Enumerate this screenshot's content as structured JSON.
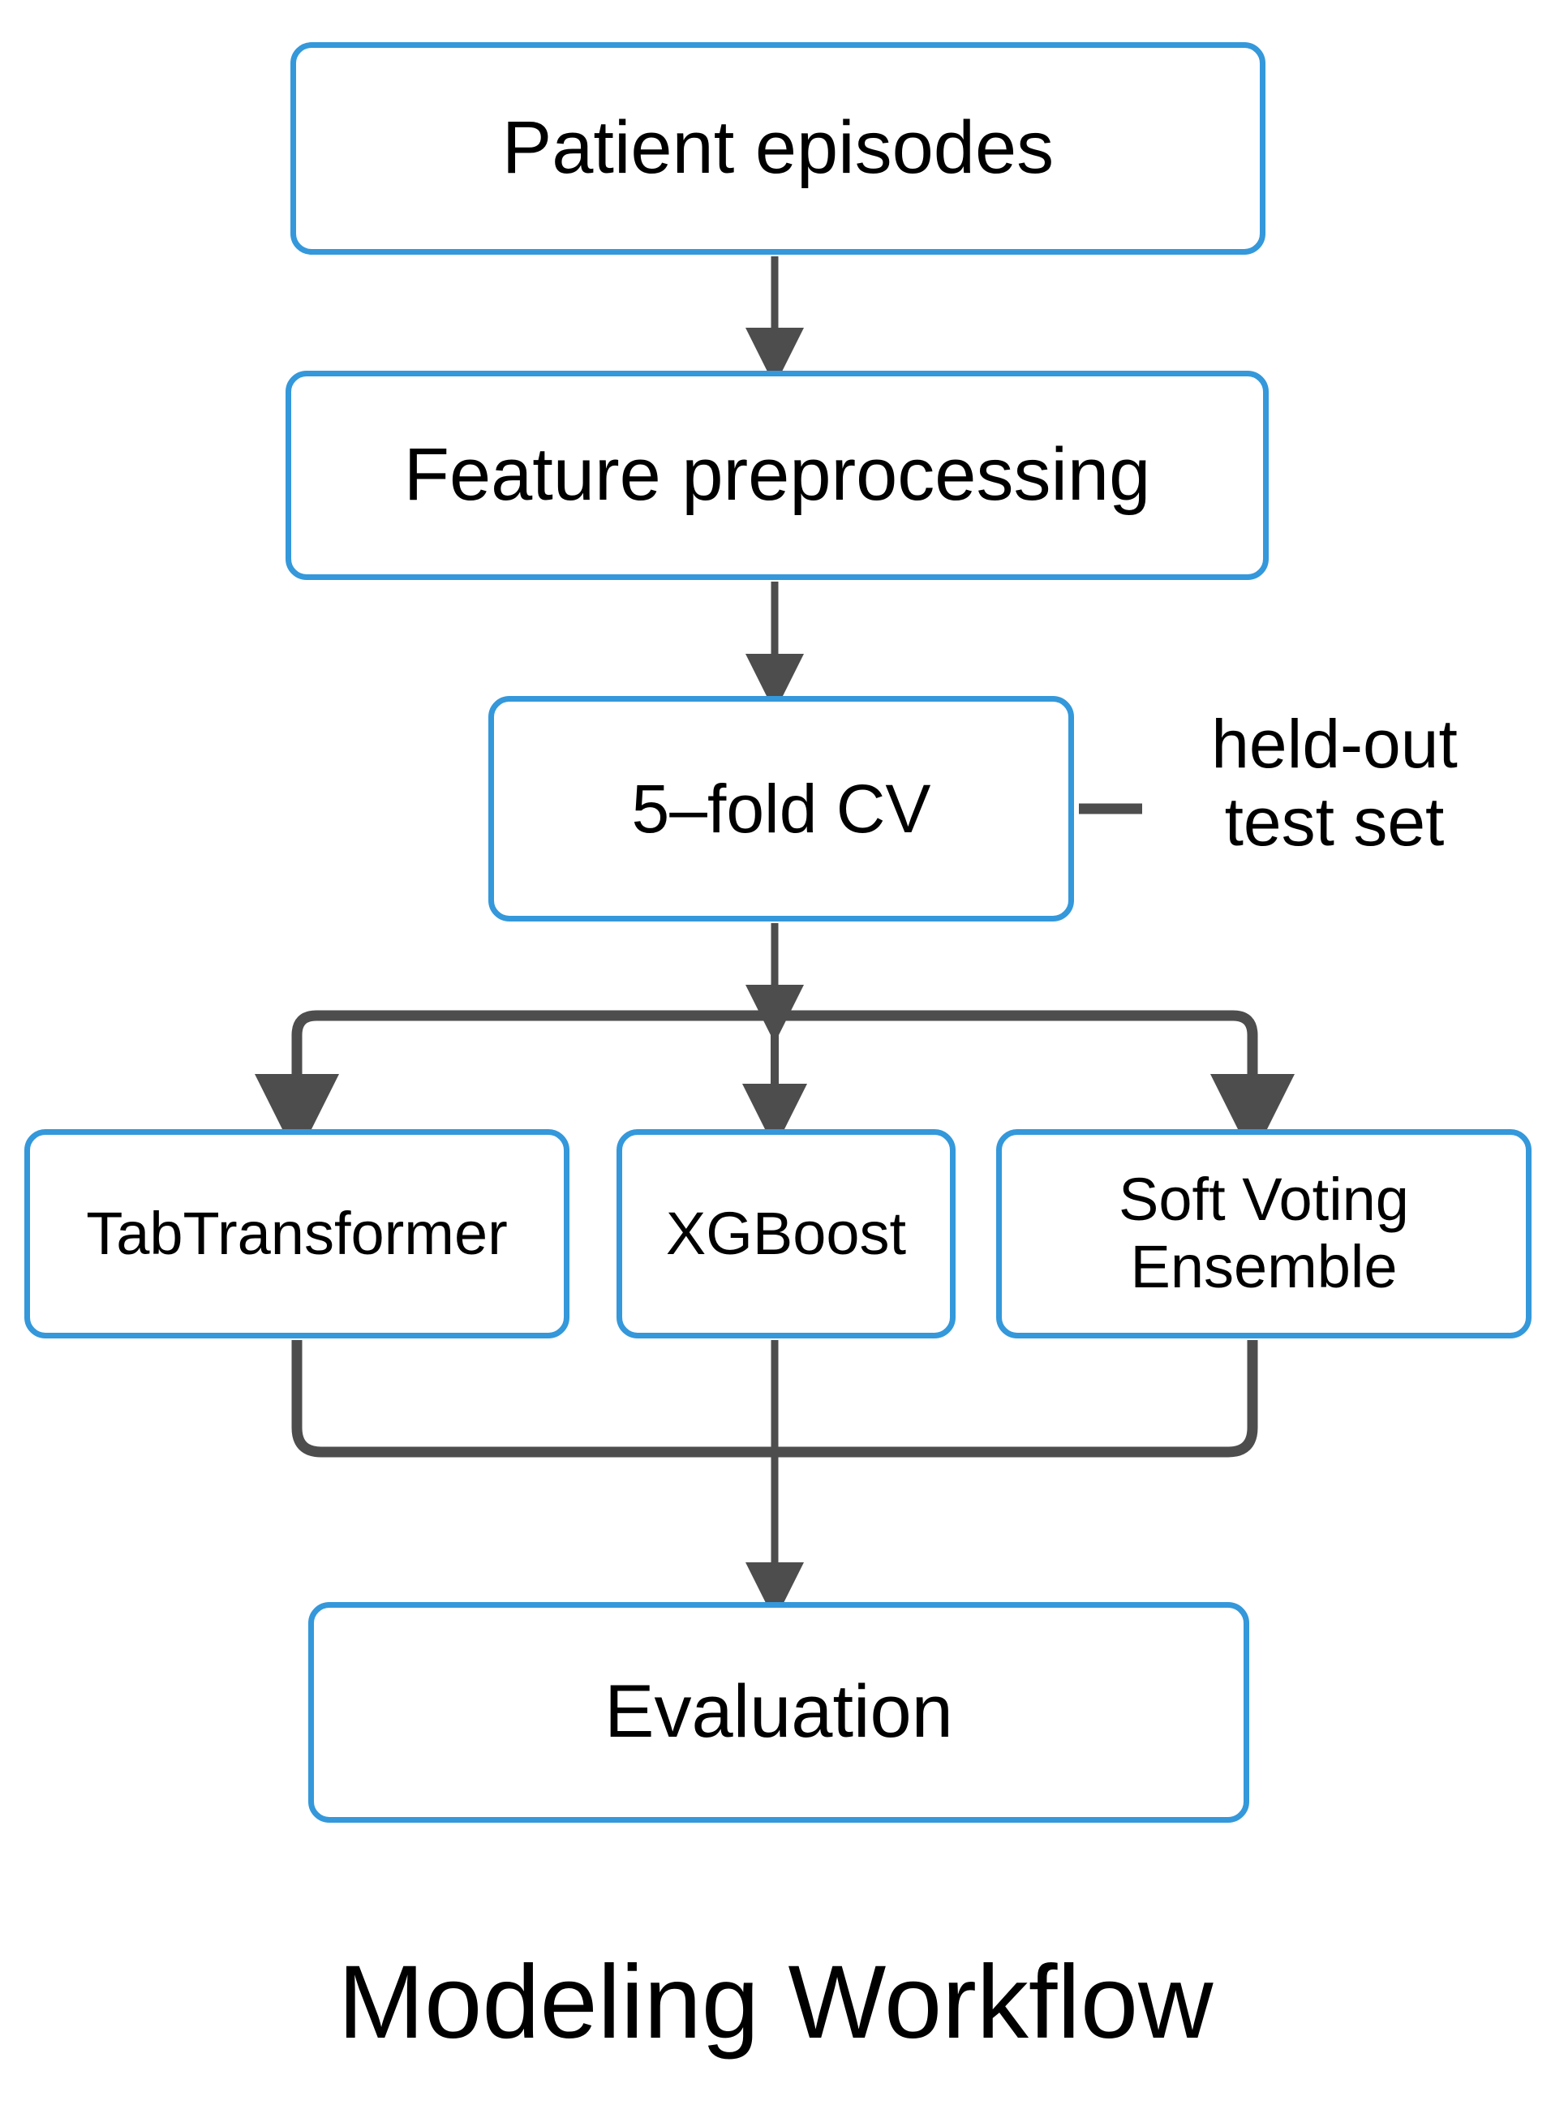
{
  "diagram": {
    "title": "Modeling Workflow",
    "accent_color": "#3498db",
    "connector_color": "#4d4d4d",
    "background_color": "#ffffff",
    "text_color": "#000000",
    "nodes": [
      {
        "id": "patient-episodes",
        "label": "Patient episodes"
      },
      {
        "id": "feature-preprocessing",
        "label": "Feature preprocessing"
      },
      {
        "id": "five-fold-cv",
        "label": "5–fold CV"
      },
      {
        "id": "tabtransformer",
        "label": "TabTransformer"
      },
      {
        "id": "xgboost",
        "label": "XGBoost"
      },
      {
        "id": "soft-voting-ensemble",
        "label": "Soft Voting\nEnsemble"
      },
      {
        "id": "evaluation",
        "label": "Evaluation"
      }
    ],
    "side_label": {
      "id": "held-out-test-set",
      "label": "held-out\ntest set"
    },
    "edges": [
      {
        "from": "patient-episodes",
        "to": "feature-preprocessing",
        "arrow": true
      },
      {
        "from": "feature-preprocessing",
        "to": "five-fold-cv",
        "arrow": true
      },
      {
        "from": "five-fold-cv",
        "to": "held-out-test-set",
        "arrow": false
      },
      {
        "from": "five-fold-cv",
        "to": "tabtransformer",
        "arrow": true
      },
      {
        "from": "five-fold-cv",
        "to": "xgboost",
        "arrow": true
      },
      {
        "from": "five-fold-cv",
        "to": "soft-voting-ensemble",
        "arrow": true
      },
      {
        "from": "tabtransformer",
        "to": "evaluation",
        "arrow": true
      },
      {
        "from": "xgboost",
        "to": "evaluation",
        "arrow": true
      },
      {
        "from": "soft-voting-ensemble",
        "to": "evaluation",
        "arrow": true
      }
    ]
  }
}
